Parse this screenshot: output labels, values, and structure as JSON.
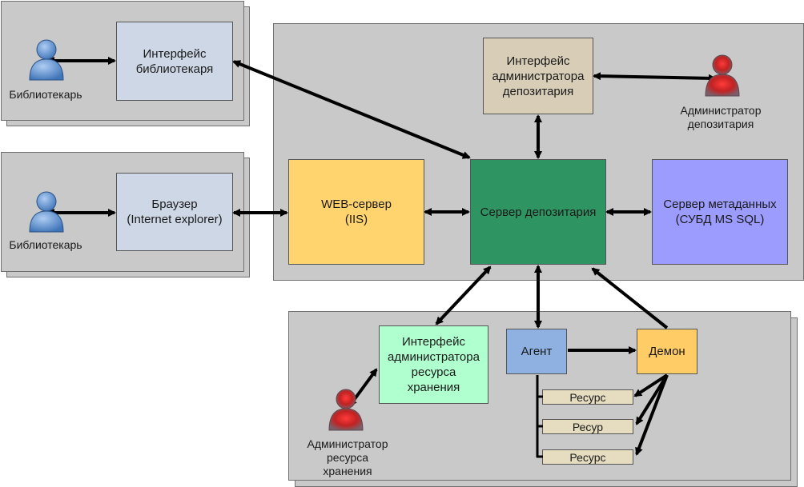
{
  "colors": {
    "panel": "#c9c9c9",
    "librarian_iface": "#cdd7e6",
    "browser": "#cdd7e6",
    "admin_iface": "#d8ceb8",
    "web_server": "#ffd36e",
    "depository_server": "#2e9462",
    "metadata_server": "#9c9cff",
    "storage_admin_iface": "#b0ffcf",
    "agent": "#8eb1e2",
    "daemon": "#ffcc66",
    "resource": "#e6dcc0",
    "person_blue": "#5b8fd0",
    "person_red": "#d33434"
  },
  "people": {
    "librarian_top": {
      "label": "Библиотекарь",
      "icon": "person-blue-icon"
    },
    "librarian_bottom": {
      "label": "Библиотекарь",
      "icon": "person-blue-icon"
    },
    "depository_admin": {
      "label": "Администратор\nдепозитария",
      "icon": "person-red-icon"
    },
    "storage_admin": {
      "label": "Администратор\nресурса\nхранения",
      "icon": "person-red-icon"
    }
  },
  "boxes": {
    "librarian_interface": "Интерфейс\nбиблиотекаря",
    "browser": "Браузер\n(Internet explorer)",
    "depository_admin_interface": "Интерфейс\nадминистратора\nдепозитария",
    "web_server": "WEB-сервер\n(IIS)",
    "depository_server": "Сервер депозитария",
    "metadata_server": "Сервер метаданных\n(СУБД MS SQL)",
    "storage_admin_interface": "Интерфейс\nадминистратора\nресурса\nхранения",
    "agent": "Агент",
    "daemon": "Демон"
  },
  "resources": [
    "Ресурс",
    "Ресур",
    "Ресурс"
  ]
}
